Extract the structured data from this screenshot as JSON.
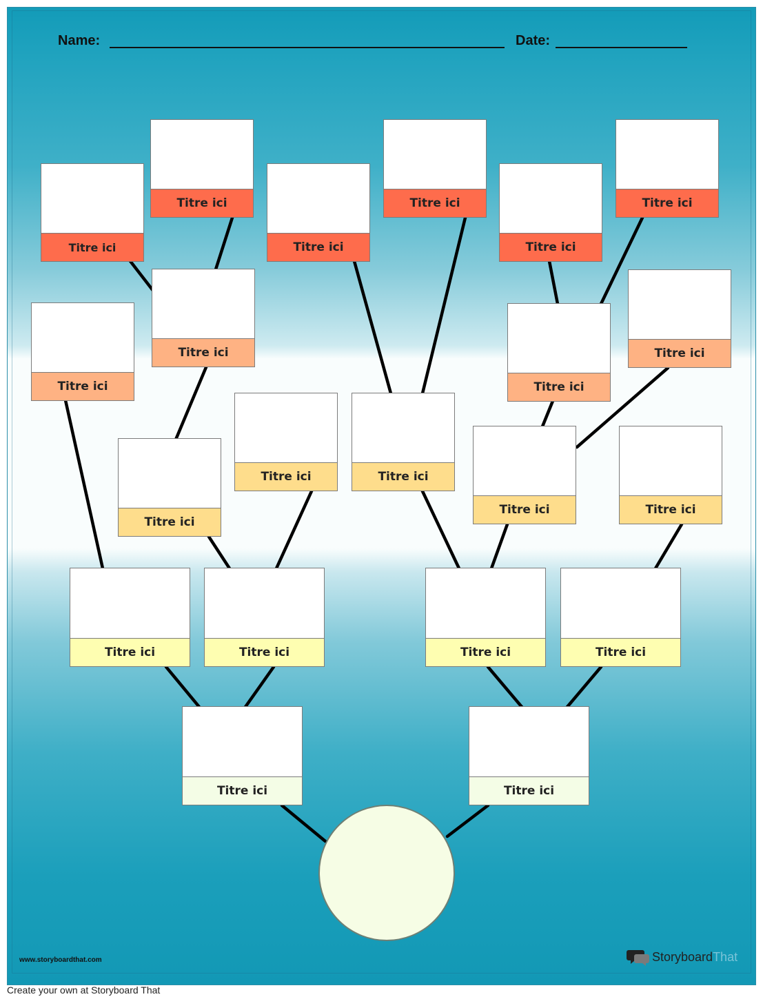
{
  "header": {
    "name_label": "Name:",
    "date_label": "Date:"
  },
  "boxes": {
    "gen5": [
      {
        "id": "gen5-1",
        "title": "Titre ici"
      },
      {
        "id": "gen5-2",
        "title": "Titre ici"
      },
      {
        "id": "gen5-3",
        "title": "Titre ici"
      },
      {
        "id": "gen5-4",
        "title": "Titre ici"
      },
      {
        "id": "gen5-5",
        "title": "Titre ici"
      },
      {
        "id": "gen5-6",
        "title": "Titre ici"
      }
    ],
    "gen4": [
      {
        "id": "gen4-1",
        "title": "Titre ici"
      },
      {
        "id": "gen4-2",
        "title": "Titre ici"
      },
      {
        "id": "gen4-3",
        "title": "Titre ici"
      },
      {
        "id": "gen4-4",
        "title": "Titre ici"
      }
    ],
    "gen3": [
      {
        "id": "gen3-1",
        "title": "Titre ici"
      },
      {
        "id": "gen3-2",
        "title": "Titre ici"
      },
      {
        "id": "gen3-3",
        "title": "Titre ici"
      },
      {
        "id": "gen3-4",
        "title": "Titre ici"
      },
      {
        "id": "gen3-5",
        "title": "Titre ici"
      }
    ],
    "gen2": [
      {
        "id": "gen2-1",
        "title": "Titre ici"
      },
      {
        "id": "gen2-2",
        "title": "Titre ici"
      },
      {
        "id": "gen2-3",
        "title": "Titre ici"
      },
      {
        "id": "gen2-4",
        "title": "Titre ici"
      }
    ],
    "gen1": [
      {
        "id": "gen1-1",
        "title": "Titre ici"
      },
      {
        "id": "gen1-2",
        "title": "Titre ici"
      }
    ]
  },
  "colors": {
    "gen5": "#fe6c4c",
    "gen4": "#feb283",
    "gen3": "#fedd8c",
    "gen2": "#fefeb1",
    "gen1": "#f4fde6",
    "root": "#f6fde5",
    "background": "#139bb8"
  },
  "footer": {
    "url": "www.storyboardthat.com",
    "brand_story": "Storyboard",
    "brand_that": "That",
    "create_text": "Create your own at Storyboard That"
  }
}
